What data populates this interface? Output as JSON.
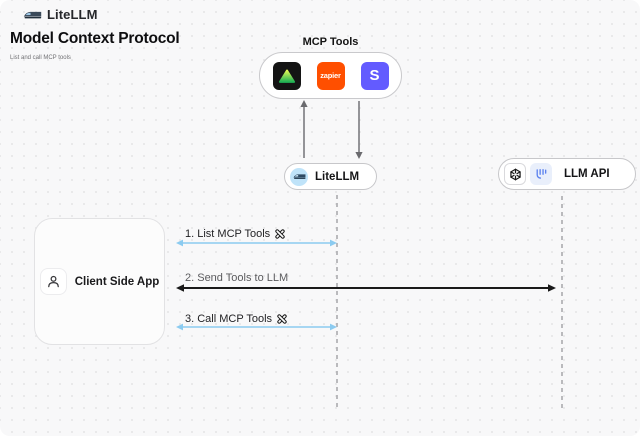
{
  "header": {
    "brand": "LiteLLM",
    "title": "Model Context Protocol",
    "subtitle": "List and call MCP tools"
  },
  "mcp": {
    "label": "MCP Tools",
    "tools": [
      {
        "name": "triangle-logo",
        "style": "green gradient triangle on black tile"
      },
      {
        "name": "zapier-logo",
        "text": "zapier"
      },
      {
        "name": "stripe-logo",
        "text": "S"
      }
    ]
  },
  "nodes": {
    "litellm": {
      "label": "LiteLLM"
    },
    "llm_api": {
      "label": "LLM API"
    },
    "client": {
      "label": "Client Side App"
    }
  },
  "flows": [
    {
      "label": "1. List MCP Tools",
      "icon": "tools-icon",
      "color": "#8bcbf0"
    },
    {
      "label": "2. Send Tools to LLM",
      "color": "#1a1a1a"
    },
    {
      "label": "3. Call MCP Tools",
      "icon": "tools-icon",
      "color": "#8bcbf0"
    }
  ],
  "colors": {
    "background": "#f8f8f9",
    "grid_dot": "#e9e9ea",
    "node_border": "#c7c7ca",
    "zapier_orange": "#ff4f00",
    "stripe_purple": "#635bff",
    "tool_tile_black": "#141414",
    "triangle_green_top": "#e4f955",
    "triangle_green_bottom": "#1fb155",
    "blue_arrow": "#8bcbf0",
    "black_arrow": "#1a1a1a",
    "gray_arrow": "#6a6a6e",
    "dashed_line": "#ababae",
    "litellm_icon_bg": "#bfe3f9"
  }
}
